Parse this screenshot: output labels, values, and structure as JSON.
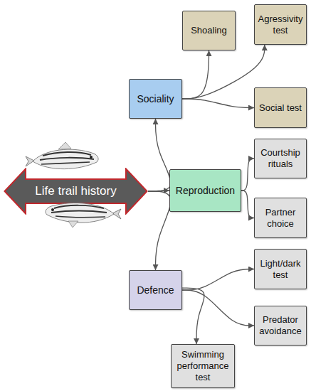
{
  "diagram": {
    "nodes": [
      {
        "text": [
          "Life trail history"
        ]
      },
      {
        "text": [
          "Sociality"
        ]
      },
      {
        "text": [
          "Shoaling"
        ]
      },
      {
        "text": [
          "Agressivity test"
        ]
      },
      {
        "text": [
          "Social test"
        ]
      },
      {
        "text": [
          "Reproduction"
        ]
      },
      {
        "text": [
          "Courtship rituals"
        ]
      },
      {
        "text": [
          "Partner choice"
        ]
      },
      {
        "text": [
          "Defence"
        ]
      },
      {
        "text": [
          "Light/dark test"
        ]
      },
      {
        "text": [
          "Predator avoidance"
        ]
      },
      {
        "text": [
          "Swimming performance test"
        ]
      }
    ],
    "edges": [
      {
        "from": 0,
        "to": 1,
        "arrow": "to"
      },
      {
        "from": 0,
        "to": 5,
        "arrow": "to"
      },
      {
        "from": 0,
        "to": 8,
        "arrow": "to"
      },
      {
        "from": 1,
        "to": 2,
        "arrow": "to"
      },
      {
        "from": 1,
        "to": 3,
        "arrow": "to"
      },
      {
        "from": 1,
        "to": 4,
        "arrow": "to"
      },
      {
        "from": 5,
        "to": 6,
        "arrow": "to"
      },
      {
        "from": 5,
        "to": 7,
        "arrow": "to"
      },
      {
        "from": 8,
        "to": 9,
        "arrow": "to"
      },
      {
        "from": 8,
        "to": 10,
        "arrow": "to"
      },
      {
        "from": 8,
        "to": 11,
        "arrow": "to"
      }
    ]
  }
}
